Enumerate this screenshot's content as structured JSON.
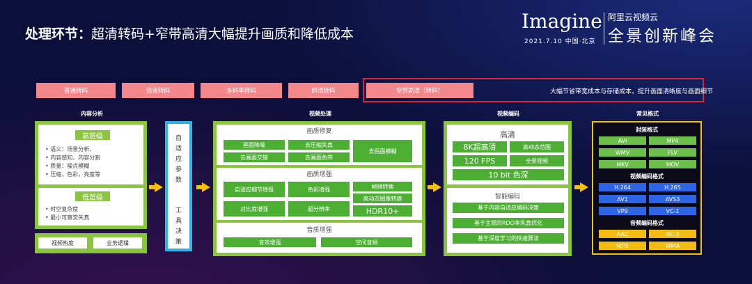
{
  "title": {
    "main": "处理环节：",
    "sub": "超清转码+窄带高清大幅提升画质和降低成本"
  },
  "logo": {
    "word": "Imagine",
    "date": "2021.7.10  中国·北京",
    "top": "阿里云视频云",
    "main": "全景创新峰会"
  },
  "pink_bars": [
    "普通转码",
    "倍速转码",
    "多码率转码",
    "超清转码",
    "窄带高清（转码）"
  ],
  "highlight_text": "大幅节省带宽成本与存储成本，提升画面清晰度与画面细节",
  "sections": {
    "content": "内容分析",
    "video": "视频处理",
    "encode": "视频编码",
    "formats": "常见格式"
  },
  "content_analysis": {
    "high": {
      "label": "高层级",
      "items": [
        "语义：场景分析、",
        "内容感知、内容分割",
        "质量：噪点模糊",
        "压缩，色彩，亮度等"
      ]
    },
    "low": {
      "label": "低层级",
      "items": [
        "时空复杂度",
        "最小可察觉失真"
      ]
    },
    "tags": [
      "视频热度",
      "业务逻辑"
    ]
  },
  "adaptive_tool": {
    "top": [
      "自",
      "适",
      "应",
      "参",
      "数"
    ],
    "bottom": [
      "工",
      "具",
      "决",
      "策"
    ]
  },
  "video_processing": {
    "repair": {
      "label": "画质修复",
      "items": [
        "画面降噪",
        "去压缩失真",
        "去画面交错",
        "去画面色带",
        "去画面模糊"
      ]
    },
    "enhance": {
      "label": "画质增强",
      "items": [
        "自适应细节增强",
        "色彩增强",
        "帧频转换",
        "高动态图像转换",
        "对比度增强",
        "超分辨率",
        "HDR10+"
      ]
    },
    "audio": {
      "label": "音质增强",
      "items": [
        "音效增强",
        "空间音频"
      ]
    }
  },
  "video_encoding": {
    "hd": {
      "label": "高清",
      "items": [
        "8K超高清",
        "高动态范围",
        "120 FPS",
        "全景视频",
        "10 bit 色深"
      ]
    },
    "smart": {
      "label": "智能编码",
      "items": [
        "基于内容自适应编码决策",
        "基于主观的RDO率失真优化",
        "基于深度学习的快速算法"
      ]
    }
  },
  "formats": {
    "container": {
      "label": "封装格式",
      "items": [
        "AVI",
        "MP4",
        "WMV",
        "FLV",
        "MKV",
        "MOV"
      ]
    },
    "video": {
      "label": "视频编码格式",
      "items": [
        "H.264",
        "H.265",
        "AV1",
        "AVS3",
        "VP9",
        "VC-1"
      ]
    },
    "audio": {
      "label": "音频编码格式",
      "items": [
        "AAC",
        "AC-3",
        "MP3",
        "WMA"
      ]
    }
  },
  "colors": {
    "green": "#8bc53f",
    "dark_green": "#4cae33",
    "pink": "#f2888c",
    "red": "#d6263a",
    "blue": "#2bb5e8",
    "yellow": "#f4c20d"
  }
}
